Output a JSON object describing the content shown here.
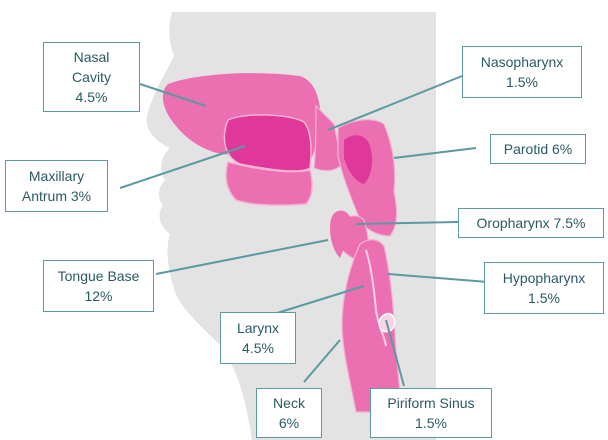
{
  "colors": {
    "head_silhouette": "#e3e3e3",
    "mucosa_light": "#ec6fb1",
    "mucosa_dark": "#e0379a",
    "leader_line": "#5b9aa0",
    "label_text": "#2a5a63"
  },
  "labels": {
    "nasal_cavity": {
      "name_line1": "Nasal",
      "name_line2": "Cavity",
      "value": "4.5%"
    },
    "nasopharynx": {
      "name": "Nasopharynx",
      "value": "1.5%"
    },
    "maxillary_antrum": {
      "name_line1": "Maxillary",
      "name_line2": "Antrum 3%"
    },
    "parotid": {
      "name": "Parotid 6%"
    },
    "oropharynx": {
      "name": "Oropharynx 7.5%"
    },
    "tongue_base": {
      "name": "Tongue Base",
      "value": "12%"
    },
    "hypopharynx": {
      "name": "Hypopharynx",
      "value": "1.5%"
    },
    "larynx": {
      "name": "Larynx",
      "value": "4.5%"
    },
    "neck": {
      "name": "Neck",
      "value": "6%"
    },
    "piriform_sinus": {
      "name": "Piriform Sinus",
      "value": "1.5%"
    }
  }
}
